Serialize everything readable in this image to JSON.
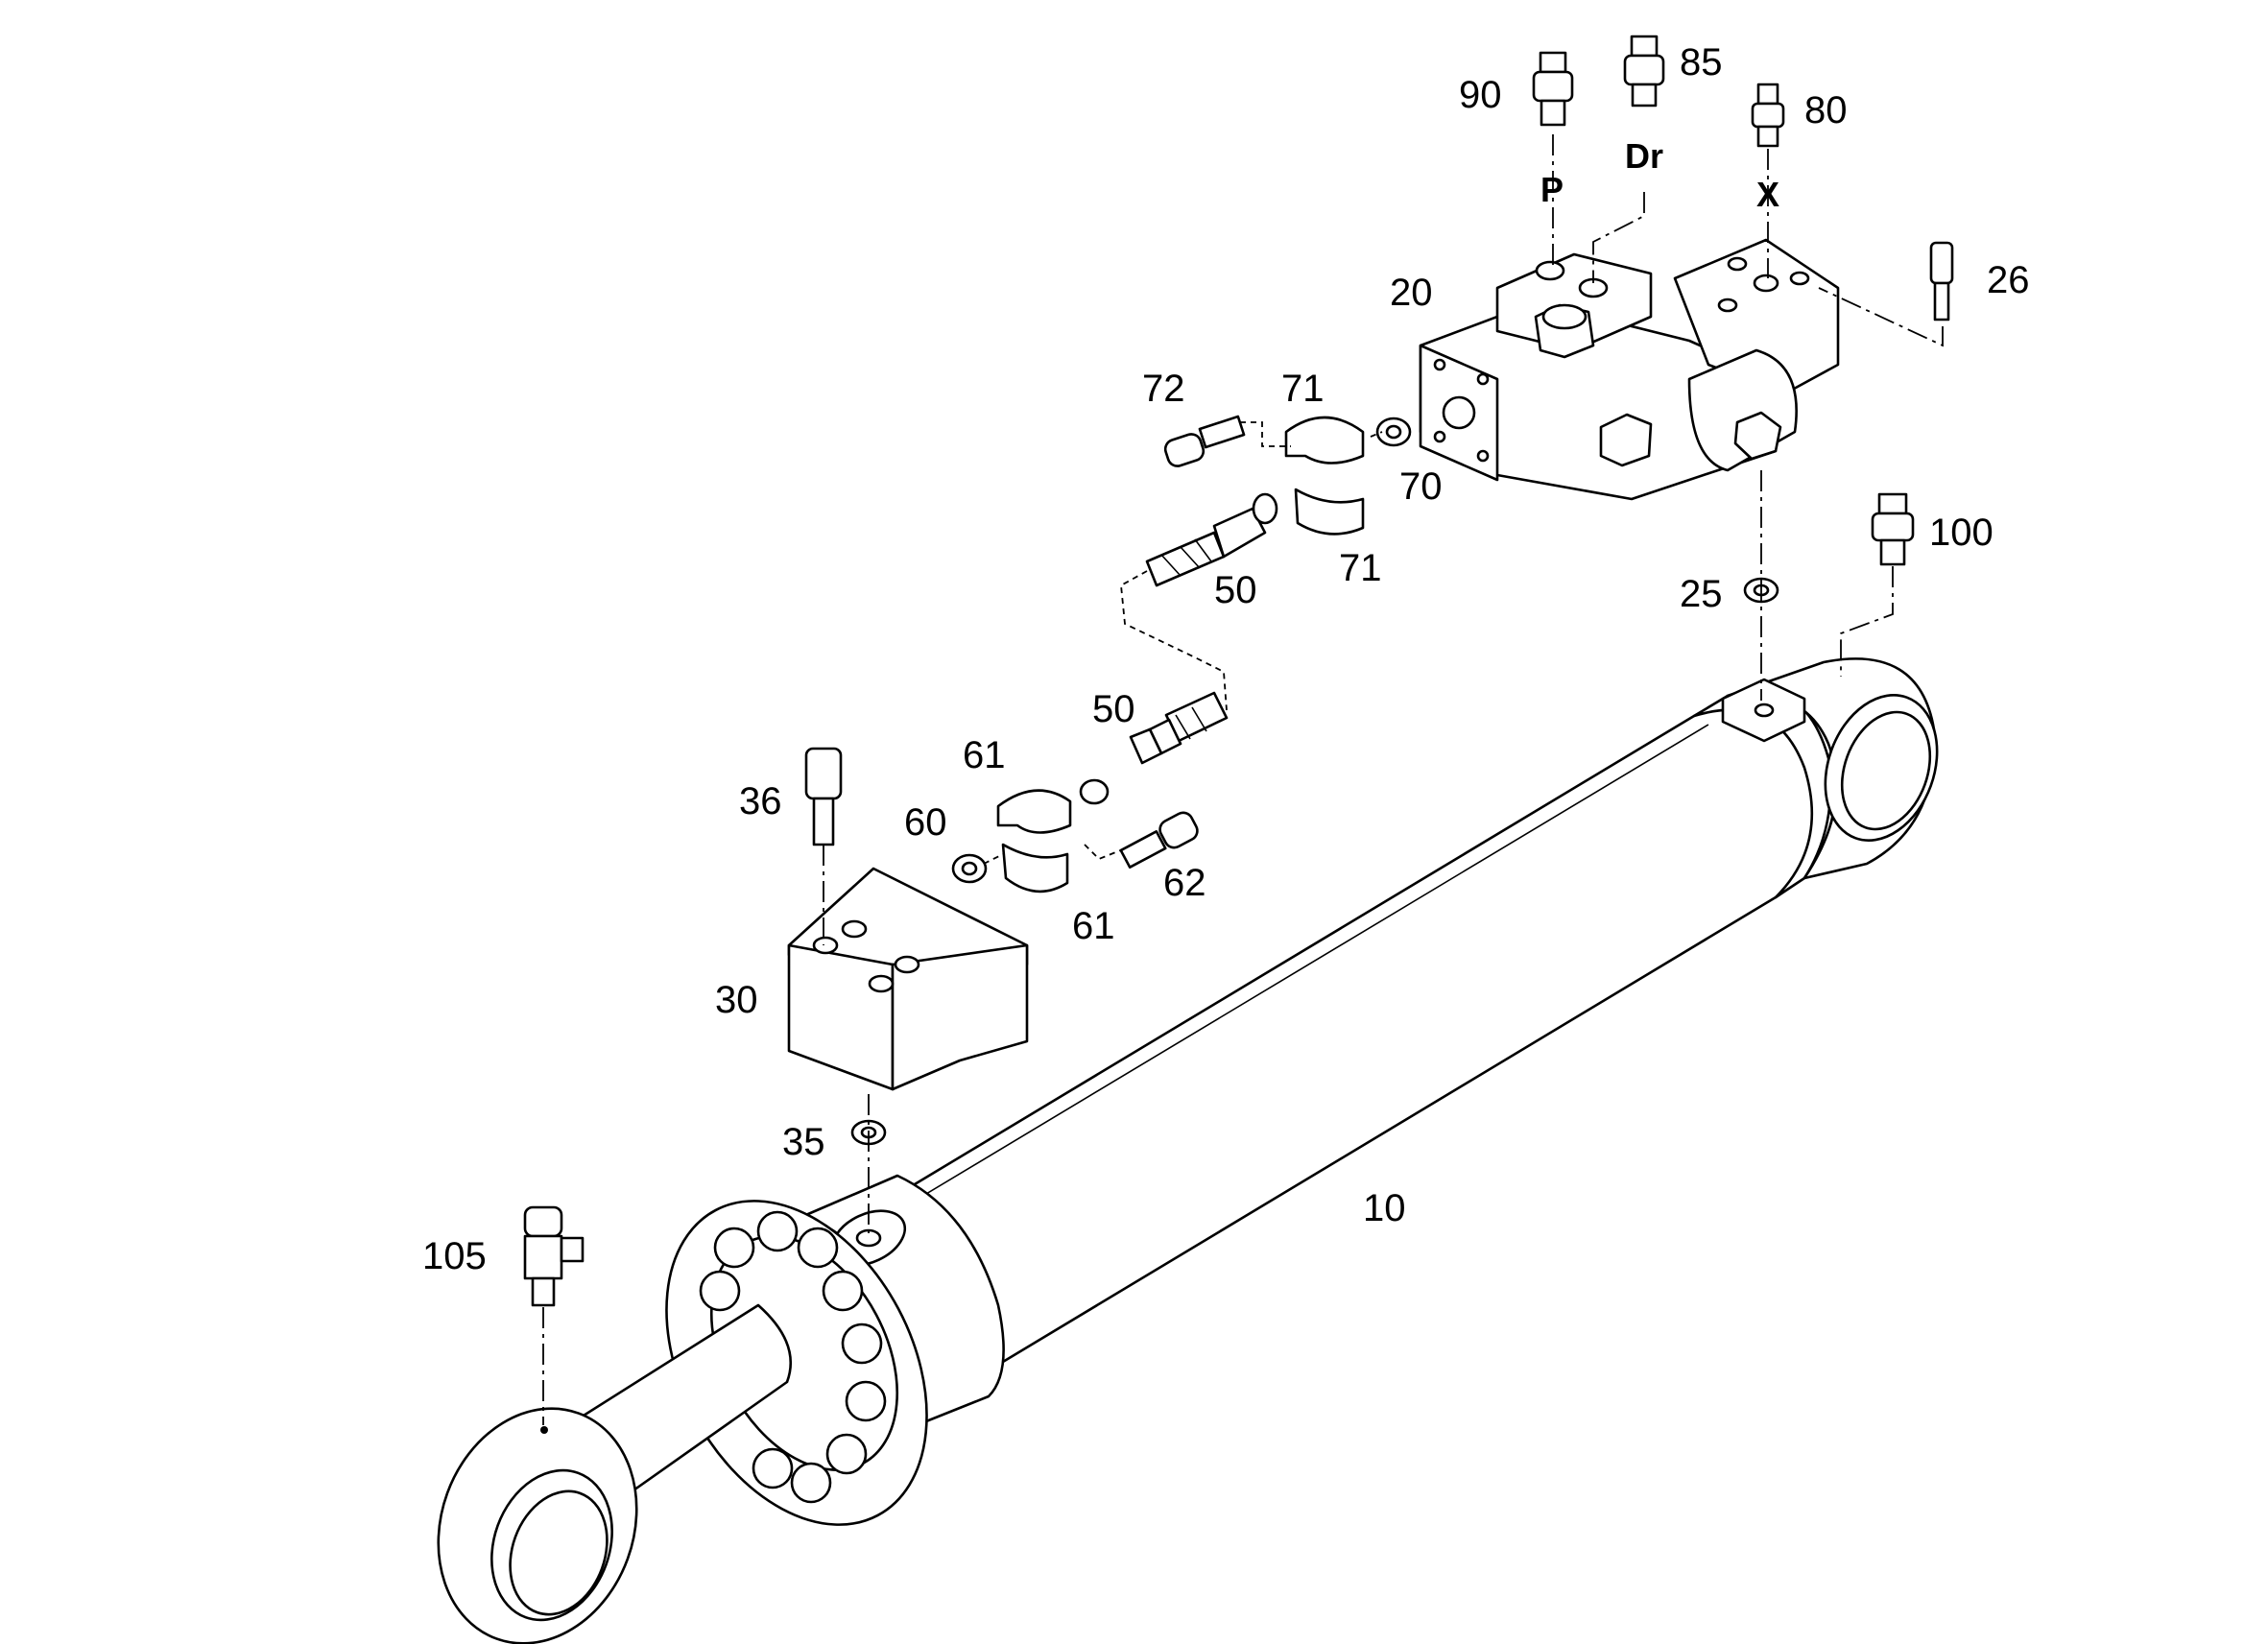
{
  "callouts": {
    "c10": "10",
    "c20": "20",
    "c25": "25",
    "c26": "26",
    "c30": "30",
    "c35": "35",
    "c36": "36",
    "c50a": "50",
    "c50b": "50",
    "c60": "60",
    "c61a": "61",
    "c61b": "61",
    "c62": "62",
    "c70": "70",
    "c71a": "71",
    "c71b": "71",
    "c72": "72",
    "c80": "80",
    "c85": "85",
    "c90": "90",
    "c100": "100",
    "c105": "105"
  },
  "ports": {
    "p": "P",
    "dr": "Dr",
    "x": "X"
  }
}
